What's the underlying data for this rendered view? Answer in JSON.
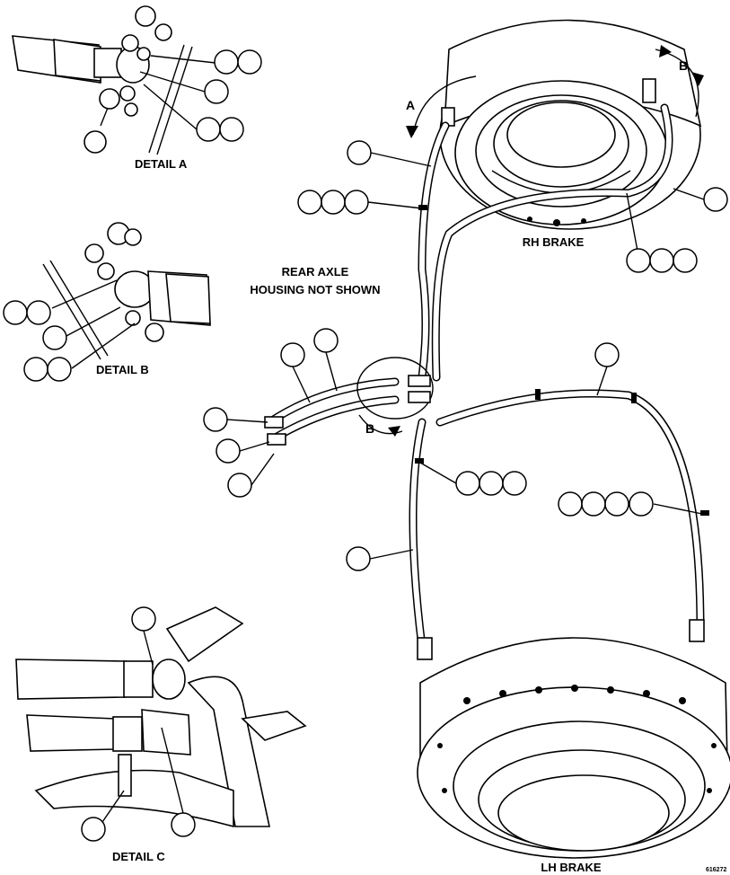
{
  "labels": {
    "detail_a": "DETAIL A",
    "detail_b": "DETAIL B",
    "detail_c": "DETAIL C",
    "rh_brake": "RH BRAKE",
    "lh_brake": "LH BRAKE",
    "note_line1": "REAR AXLE",
    "note_line2": "HOUSING NOT SHOWN",
    "view_a": "A",
    "view_b_top": "B",
    "view_b_mid": "B",
    "figure_id": "616272"
  }
}
